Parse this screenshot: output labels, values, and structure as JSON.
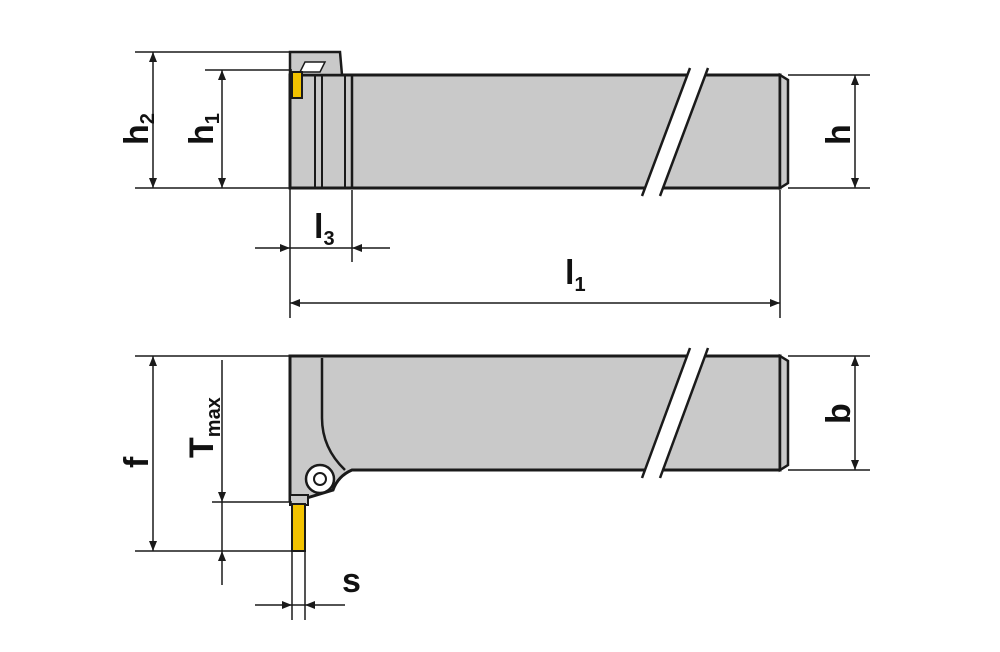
{
  "colors": {
    "body_fill": "#c9c9c9",
    "outline": "#1a1a1a",
    "insert": "#f2c200",
    "background": "#ffffff"
  },
  "labels": {
    "h2": {
      "main": "h",
      "sub": "2"
    },
    "h1": {
      "main": "h",
      "sub": "1"
    },
    "h": {
      "main": "h"
    },
    "l3": {
      "main": "l",
      "sub": "3"
    },
    "l1": {
      "main": "l",
      "sub": "1"
    },
    "f": {
      "main": "f"
    },
    "tmax": {
      "main": "T",
      "sub": "max"
    },
    "b": {
      "main": "b"
    },
    "s": {
      "main": "s"
    }
  }
}
